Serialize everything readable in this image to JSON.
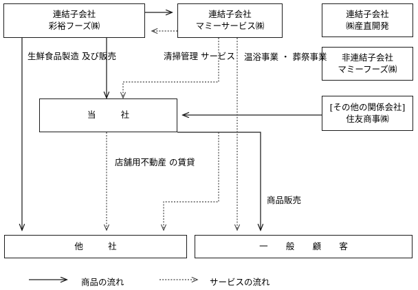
{
  "diagram": {
    "title_hidden": "",
    "nodes": {
      "saiyu": {
        "line1": "連結子会社",
        "line2": "彩裕フーズ㈱"
      },
      "mamie_service": {
        "line1": "連結子会社",
        "line2": "マミーサービス㈱"
      },
      "sanchoku": {
        "line1": "連結子会社",
        "line2": "㈱産直開発"
      },
      "mamie_foods": {
        "line1": "非連結子会社",
        "line2": "マミーフーズ㈱"
      },
      "sumitomo": {
        "line1": "[その他の関係会社]",
        "line2": "住友商事㈱"
      },
      "company": {
        "line1": "当　社"
      },
      "other_companies": {
        "line1": "他　社"
      },
      "general_customers": {
        "line1": "一　般　顧　客"
      }
    },
    "edge_labels": {
      "fresh_food": {
        "line1": "生鮮食品製造",
        "line2": "及び販売"
      },
      "cleaning": {
        "line1": "清掃管理",
        "line2": "サービス"
      },
      "bath_funeral": {
        "line1": "温浴事業",
        "line2": "・",
        "line3": "葬祭事業"
      },
      "store_lease": {
        "line1": "店舗用不動産",
        "line2": "の賃貸"
      },
      "product_sales": {
        "line1": "商品販売"
      }
    },
    "legend": {
      "goods_flow": "商品の流れ",
      "service_flow": "サービスの流れ"
    },
    "colors": {
      "line": "#1a1a1a",
      "text": "#000000",
      "background": "#ffffff"
    }
  }
}
